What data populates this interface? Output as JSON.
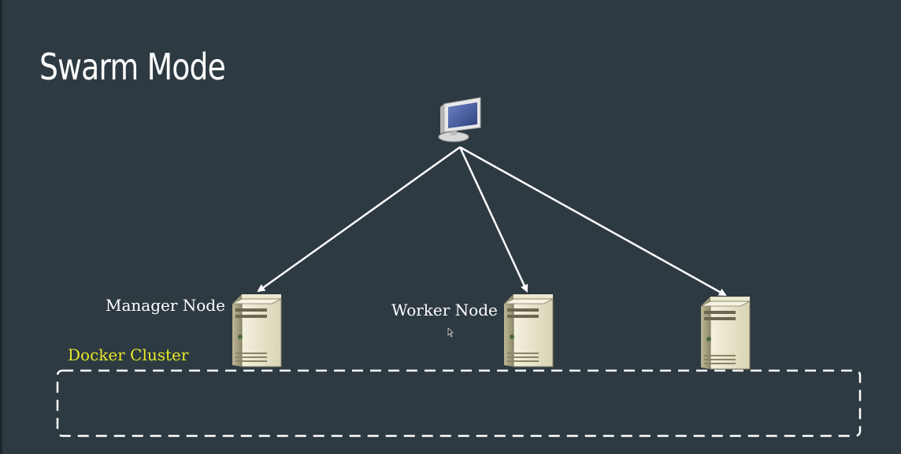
{
  "title": "Swarm Mode",
  "nodes": {
    "manager_label": "Manager Node",
    "worker_label": "Worker Node"
  },
  "cluster": {
    "label": "Docker Cluster",
    "label_color": "#e6e82a"
  },
  "icons": {
    "client": "desktop-computer-icon",
    "server": "tower-server-icon",
    "pointer": "mouse-pointer-icon"
  },
  "colors": {
    "background": "#2e3a42",
    "lines": "#ffffff"
  }
}
